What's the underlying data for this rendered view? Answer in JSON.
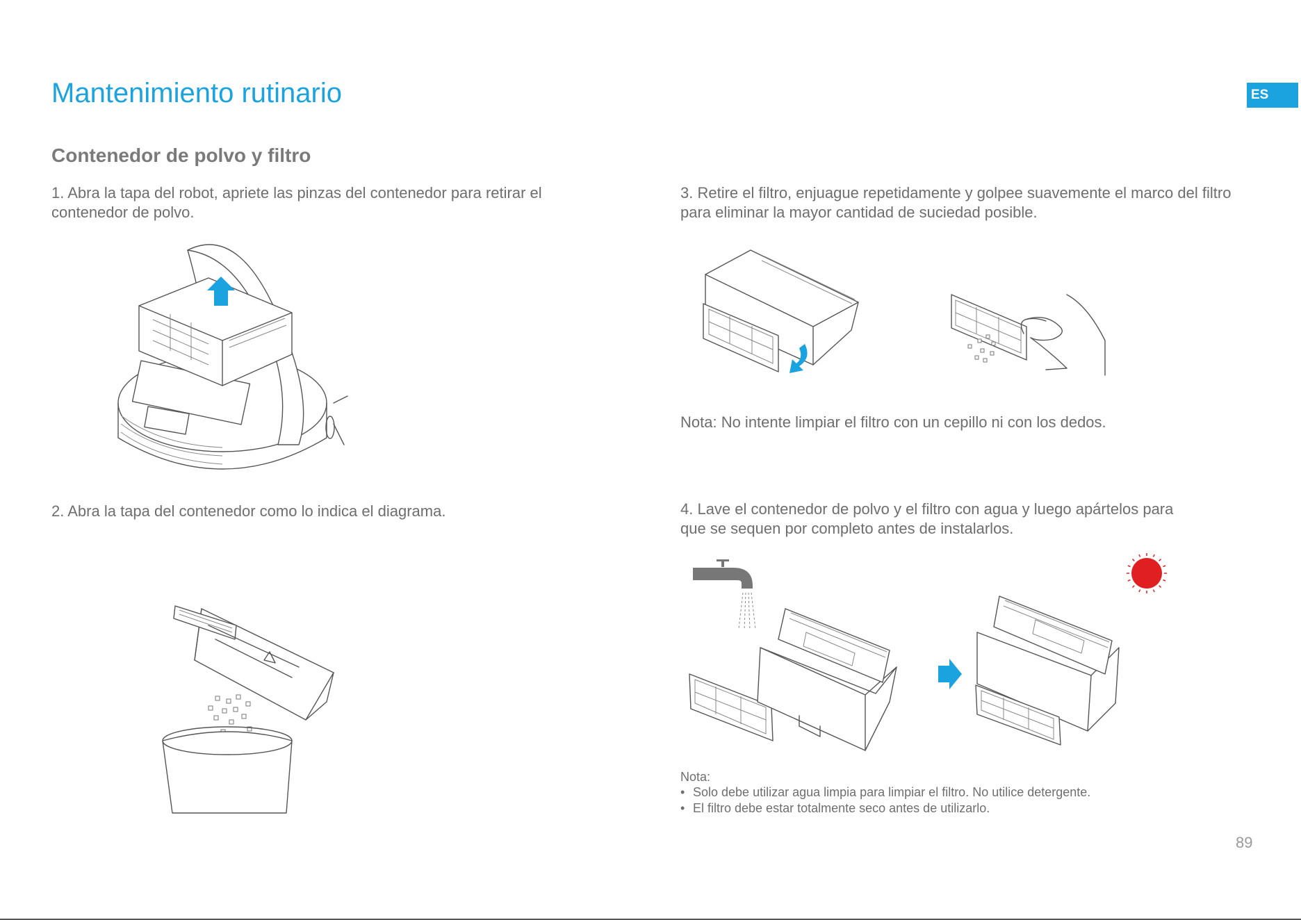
{
  "header": {
    "title": "Mantenimiento rutinario",
    "language_badge": "ES"
  },
  "section": {
    "title": "Contenedor de polvo y filtro"
  },
  "steps": [
    {
      "text": "1. Abra la tapa del robot, apriete las pinzas del contenedor para retirar el contenedor de polvo."
    },
    {
      "text": "2. Abra la tapa del contenedor como lo indica el diagrama."
    },
    {
      "text": "3. Retire el filtro, enjuague repetidamente y golpee suavemente el marco del filtro para eliminar la mayor cantidad de suciedad posible."
    },
    {
      "text": "4. Lave el contenedor de polvo y el filtro con agua y luego apártelos para que se sequen por completo antes de instalarlos."
    }
  ],
  "notes": {
    "filter_note": "Nota: No intente limpiar el filtro con un cepillo ni con los dedos.",
    "wash_note_label": "Nota:",
    "wash_note_items": [
      "Solo debe utilizar agua limpia para limpiar el filtro. No utilice detergente.",
      "El filtro debe estar totalmente seco antes de utilizarlo."
    ]
  },
  "footer": {
    "page_number": "89"
  },
  "colors": {
    "accent": "#1aa3df",
    "sun": "#e02020",
    "text": "#6e6e6e"
  },
  "icons": {
    "arrow_up": "arrow-up-icon",
    "arrow_right": "arrow-right-icon",
    "arrow_curved": "curved-arrow-icon",
    "faucet": "faucet-icon",
    "sun": "sun-icon"
  }
}
